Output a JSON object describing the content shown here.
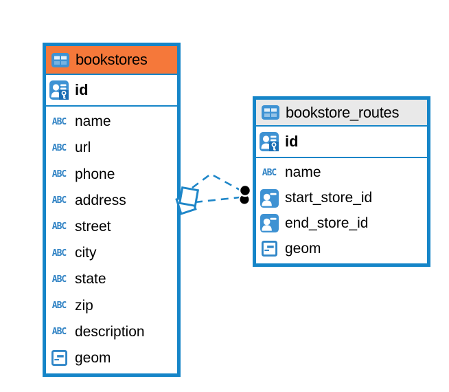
{
  "diagram": {
    "kind": "entity-relationship",
    "colors": {
      "table_border_blue": "#1585C8",
      "icon_blue": "#3E92D3",
      "key_overlay_blue": "#1B6FB5",
      "selected_header_orange": "#F5783A",
      "header_gray": "#E9E9E9",
      "relationship_line_blue": "#1E86C8",
      "background": "#ffffff",
      "text": "#000000"
    },
    "icons": {
      "table_icon": "table-grid",
      "pk_icon": "person-key",
      "fk_icon": "person-card",
      "geometry_icon": "box-dash",
      "text_type_glyph": "ABC"
    },
    "tables": [
      {
        "name": "bookstores",
        "header_style": "orange",
        "pk": "id",
        "columns": [
          {
            "name": "name",
            "type": "text"
          },
          {
            "name": "url",
            "type": "text"
          },
          {
            "name": "phone",
            "type": "text"
          },
          {
            "name": "address",
            "type": "text"
          },
          {
            "name": "street",
            "type": "text"
          },
          {
            "name": "city",
            "type": "text"
          },
          {
            "name": "state",
            "type": "text"
          },
          {
            "name": "zip",
            "type": "text"
          },
          {
            "name": "description",
            "type": "text"
          },
          {
            "name": "geom",
            "type": "geometry"
          }
        ]
      },
      {
        "name": "bookstore_routes",
        "header_style": "gray",
        "pk": "id",
        "columns": [
          {
            "name": "name",
            "type": "text"
          },
          {
            "name": "start_store_id",
            "type": "reference"
          },
          {
            "name": "end_store_id",
            "type": "reference"
          },
          {
            "name": "geom",
            "type": "geometry"
          }
        ]
      }
    ],
    "relationships": [
      {
        "from": "bookstore_routes",
        "to": "bookstores",
        "style": "dashed",
        "start_marker": "diamond",
        "end_marker": "filled-dot"
      },
      {
        "from": "bookstore_routes",
        "to": "bookstores",
        "style": "dashed",
        "start_marker": "diamond",
        "end_marker": "filled-dot"
      }
    ]
  }
}
